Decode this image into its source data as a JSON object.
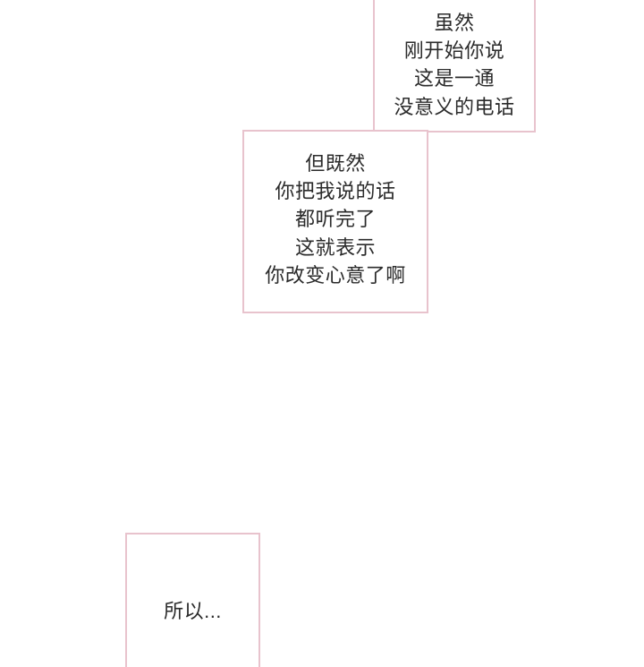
{
  "page": {
    "background_color": "#ffffff",
    "panel_border_color": "#e8c3cd",
    "panel_fill_color": "#ffffff",
    "text_color": "#2b2b2b"
  },
  "panels": [
    {
      "id": "panel-1",
      "position": "top-right",
      "text": "虽然\n刚开始你说\n这是一通\n没意义的电话"
    },
    {
      "id": "panel-2",
      "position": "middle",
      "text": "但既然\n你把我说的话\n都听完了\n这就表示\n你改变心意了啊"
    },
    {
      "id": "panel-3",
      "position": "bottom-left",
      "text": "所以..."
    }
  ]
}
